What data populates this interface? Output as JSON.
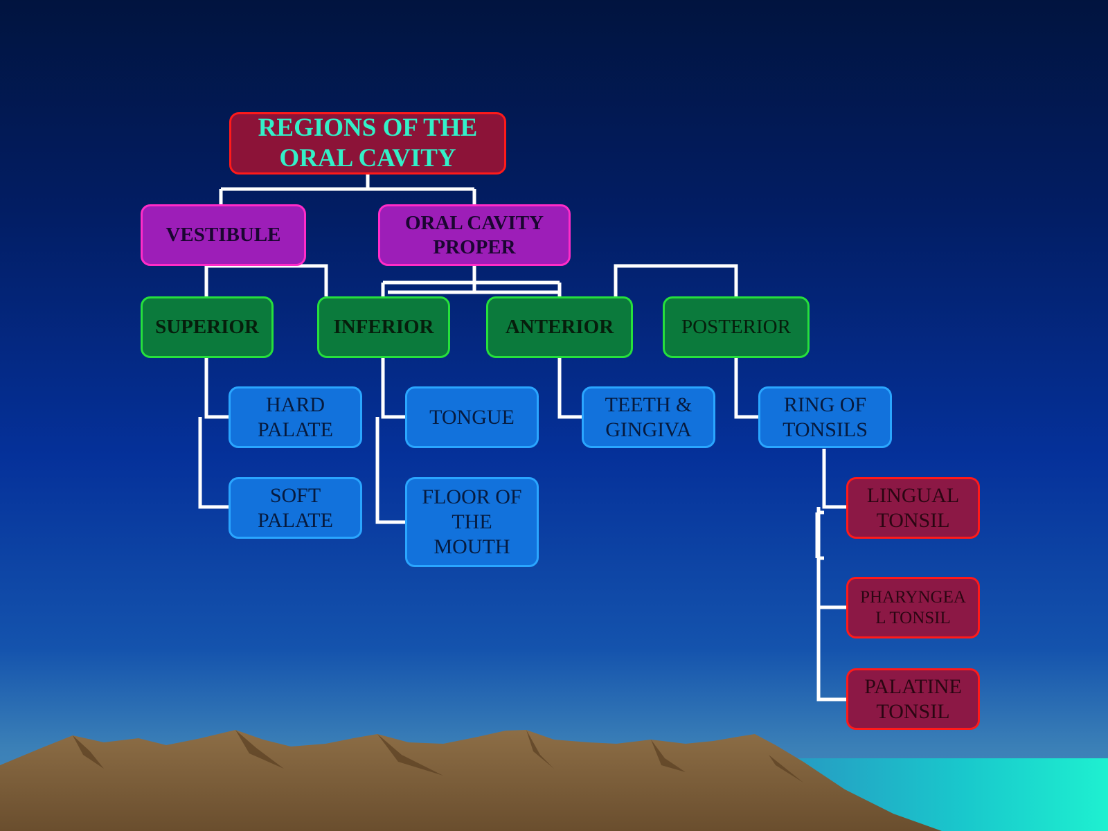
{
  "diagram": {
    "root": "REGIONS OF THE\nORAL CAVITY",
    "level1": {
      "vestibule": "VESTIBULE",
      "proper": "ORAL CAVITY\nPROPER"
    },
    "level2": {
      "superior": "SUPERIOR",
      "inferior": "INFERIOR",
      "anterior": "ANTERIOR",
      "posterior": "POSTERIOR"
    },
    "level3": {
      "hard_palate": "HARD\nPALATE",
      "soft_palate": "SOFT\nPALATE",
      "tongue": "TONGUE",
      "floor_mouth": "FLOOR OF\nTHE\nMOUTH",
      "teeth_gingiva": "TEETH &\nGINGIVA",
      "ring_tonsils": "RING OF\nTONSILS"
    },
    "level4": {
      "lingual": "LINGUAL\nTONSIL",
      "pharyngeal": "PHARYNGEA\nL TONSIL",
      "palatine": "PALATINE\nTONSIL"
    }
  },
  "colors": {
    "root_fill": "#8c1338",
    "root_text": "#33f0c8",
    "purple_fill": "#9d1eb8",
    "green_fill": "#0b7a3c",
    "blue_fill": "#1272dc",
    "red_fill": "#8c1845",
    "connector": "#ffffff",
    "mountains": "#7a5c3a",
    "sea_glow": "#1ee6d0"
  }
}
